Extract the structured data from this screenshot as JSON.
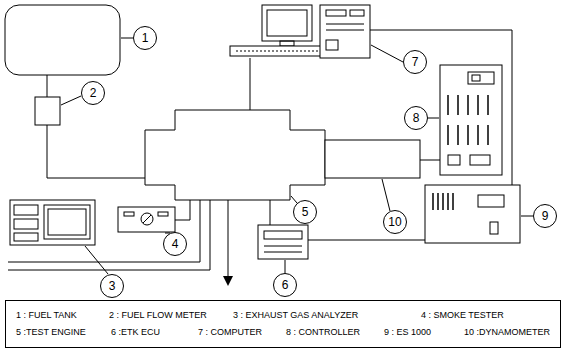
{
  "diagram": {
    "nodes": [
      {
        "text": [
          "1"
        ]
      },
      {
        "text": [
          "2"
        ]
      },
      {
        "text": [
          "3"
        ]
      },
      {
        "text": [
          "4"
        ]
      },
      {
        "text": [
          "5"
        ]
      },
      {
        "text": [
          "6"
        ]
      },
      {
        "text": [
          "7"
        ]
      },
      {
        "text": [
          "8"
        ]
      },
      {
        "text": [
          "9"
        ]
      },
      {
        "text": [
          "10"
        ]
      },
      {
        "text": [
          "1 : FUEL TANK",
          "2 : FUEL FLOW METER",
          "3 : EXHAUST GAS ANALYZER",
          "4 : SMOKE TESTER",
          "5 :TEST ENGINE",
          "6 :ETK ECU",
          "7 : COMPUTER",
          "8 : CONTROLLER",
          "9 : ES 1000",
          "10 :DYNAMOMETER"
        ]
      }
    ]
  }
}
